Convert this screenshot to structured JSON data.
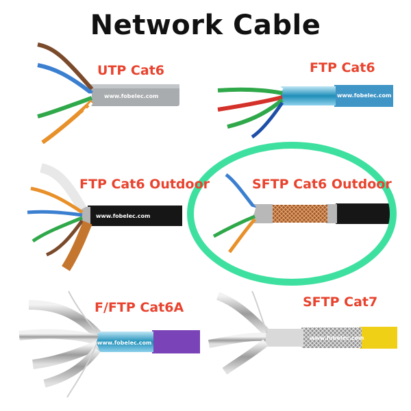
{
  "title": "Network Cable",
  "watermark": "www.fobelec.com",
  "colors": {
    "label": "#e8432e",
    "highlight": "#3ee0a0",
    "grey_jacket": "#a9acae",
    "blue_jacket": "#3f95c6",
    "black_jacket": "#161616",
    "purple_jacket": "#7a43b8",
    "yellow_jacket": "#f0cf17"
  },
  "cables": [
    {
      "label": "UTP Cat6",
      "jacket": "grey-jacket",
      "shield": "none",
      "highlighted": false
    },
    {
      "label": "FTP Cat6",
      "jacket": "blue-jacket",
      "shield": "foil",
      "highlighted": false
    },
    {
      "label": "FTP Cat6 Outdoor",
      "jacket": "black-jacket",
      "shield": "foil-drain",
      "highlighted": false
    },
    {
      "label": "SFTP Cat6 Outdoor",
      "jacket": "black-jacket",
      "shield": "copper-braid",
      "highlighted": true
    },
    {
      "label": "F/FTP Cat6A",
      "jacket": "purple-jacket",
      "shield": "foil-per-pair",
      "highlighted": false
    },
    {
      "label": "SFTP Cat7",
      "jacket": "yellow-jacket",
      "shield": "braid-and-foil-per-pair",
      "highlighted": false
    }
  ]
}
